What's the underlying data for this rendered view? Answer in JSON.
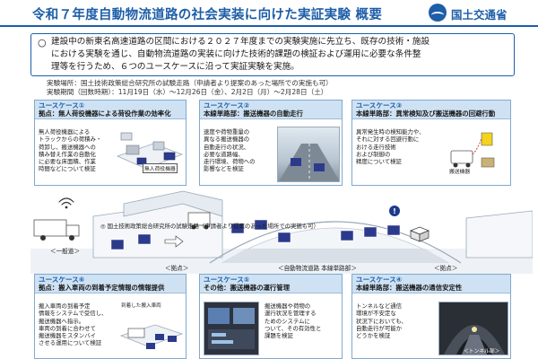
{
  "header": {
    "title": "令和７年度自動物流道路の社会実装に向けた実証実験 概要",
    "logo_text": "国土交通省"
  },
  "summary": {
    "bullet": "○",
    "lines": [
      "建設中の新東名高速道路の区間における２０２７年度までの実験実施に先立ち、既存の技術・施設",
      "における実験を通じ、自動物流道路の実装に向けた技術的課題の検証および運用に必要な条件整",
      "理等を行うため、６つのユースケースに沿って実証実験を実施。"
    ]
  },
  "info": {
    "line1": "実験場所：国土技術政策総合研究所の試験走路（申請者より提案のあった場所での実施も可）",
    "line2": "実験期間（回数時期）：11月19日（水）～12月26日（金）、2月2日（月）～2月28日（土）"
  },
  "cases": [
    {
      "title": "ユースケース①",
      "subtitle": "拠点：無人荷役機器による荷役作業の効率化",
      "body": [
        "無人荷役機器による",
        "トラックからの荷積み・",
        "荷卸し、搬送機器への",
        "積み替え作業の自動化",
        "に必要な床面積、作業",
        "時間などについて検証"
      ],
      "photo_label": "無人荷役機器"
    },
    {
      "title": "ユースケース②",
      "subtitle": "本線単路部：搬送機器の自動走行",
      "body": [
        "速度や荷物重量の",
        "異なる搬送機器の",
        "自動走行の状況、",
        "必要な道路幅、",
        "走行環境、荷物への",
        "影響などを検証"
      ]
    },
    {
      "title": "ユースケース③",
      "subtitle": "本線単路部：異常検知及び搬送機器の回避行動",
      "body": [
        "異常発生時の検知能力や、",
        "それに対する回避行動に",
        "おける走行技術",
        "および制御の",
        "精度について検証"
      ],
      "photo_label": "搬送機器"
    },
    {
      "title": "ユースケース⑥",
      "subtitle": "拠点：搬入車両の到着予定情報の情報提供",
      "body": [
        "搬入車両の到着予定",
        "情報をシステムで受信し、",
        "搬送機器へ指示。",
        "車両の到着に合わせて",
        "搬送機器をスタンバイ",
        "させる運用について検証"
      ],
      "photo_label": "到着した搬入車両"
    },
    {
      "title": "ユースケース⑤",
      "subtitle": "その他：搬送機器の運行管理",
      "body": [
        "搬送機器や荷物の",
        "運行状況を管理する",
        "ためのシステムに",
        "ついて、その有効性と",
        "課題を検証"
      ]
    },
    {
      "title": "ユースケース④",
      "subtitle": "本線単路部：搬送機器の通信安定性",
      "body": [
        "トンネルなど通信",
        "環境が不安定な",
        "状況下においても、",
        "自動走行が可能か",
        "どうかを検証"
      ],
      "photo_label": "＜トンネル部＞"
    }
  ],
  "scene": {
    "label_general_road": "＜一般道＞",
    "label_hub_left": "＜拠点＞",
    "label_hub_right": "＜拠点＞",
    "label_main_line": "＜自動物流道路 本線単路部＞",
    "note_test_track": "◎ 国土技術政策総合研究所の試験走路（申請者より提案のあった場所での実施も可）"
  },
  "colors": {
    "brand": "#1d5ea8",
    "case_header_bg": "#cfe2f3",
    "case_border": "#7fa9cf"
  }
}
